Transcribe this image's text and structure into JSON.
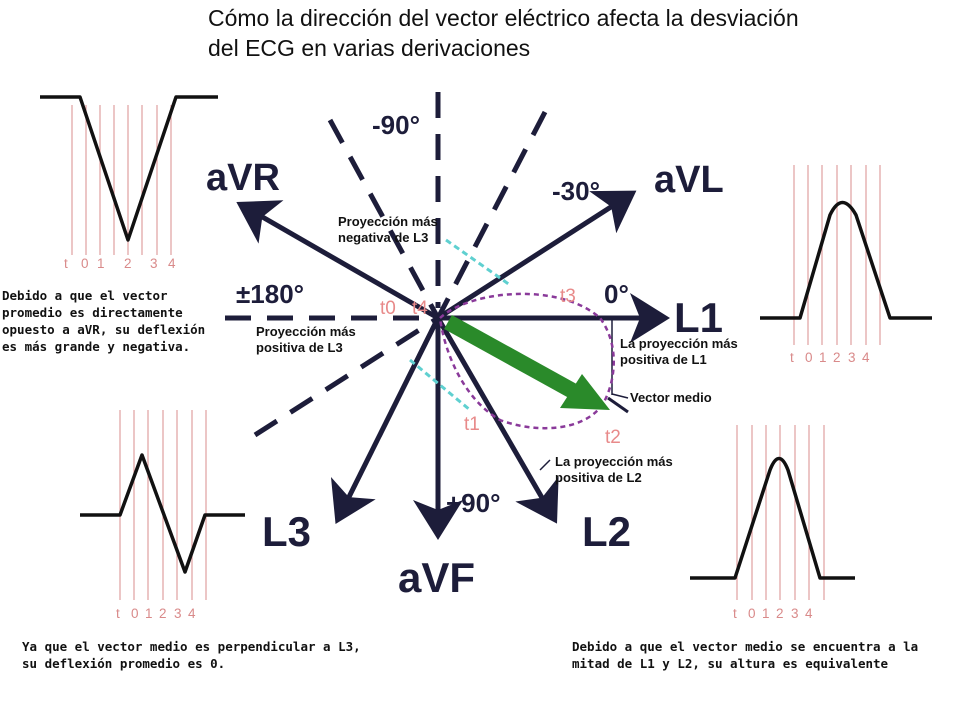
{
  "title": {
    "line1": "Cómo la dirección del vector eléctrico afecta la desviación",
    "line2": "del ECG en varias derivaciones"
  },
  "leads": {
    "avr": "aVR",
    "avl": "aVL",
    "l1": "L1",
    "l2": "L2",
    "l3": "L3",
    "avf": "aVF"
  },
  "angles": {
    "minus90": "-90°",
    "minus30": "-30°",
    "zero": "0°",
    "plus180": "±180°",
    "plus90": "+90°"
  },
  "time_points": {
    "t0": "t0",
    "t1": "t1",
    "t2": "t2",
    "t3": "t3",
    "t4": "t4"
  },
  "projections": {
    "neg_l3_line1": "Proyección más",
    "neg_l3_line2": "negativa de L3",
    "pos_l3_line1": "Proyección más",
    "pos_l3_line2": "positiva de L3",
    "pos_l1_line1": "La proyección más",
    "pos_l1_line2": "positiva de L1",
    "pos_l2_line1": "La proyección más",
    "pos_l2_line2": "positiva de L2",
    "mean_vector": "Vector medio"
  },
  "notes": {
    "avr": [
      "Debido a que el vector",
      "promedio es directamente",
      "opuesto a aVR, su deflexión",
      "es  más grande y negativa."
    ],
    "l3": [
      "Ya que el vector medio es perpendicular a L3,",
      "su deflexión promedio es 0."
    ],
    "l2": [
      "Debido a que el vector medio se encuentra a la",
      "mitad de L1 y L2, su altura es equivalente"
    ]
  },
  "tick_labels": [
    "t",
    "0",
    "1",
    "2",
    "3",
    "4"
  ],
  "colors": {
    "axis": "#1d1d3a",
    "mean_vector": "#2a8a2a",
    "loop": "#8a3a9a",
    "projection": "#5fd0d0",
    "grid": "#e0a0a0",
    "time_label": "#e88a8a"
  }
}
